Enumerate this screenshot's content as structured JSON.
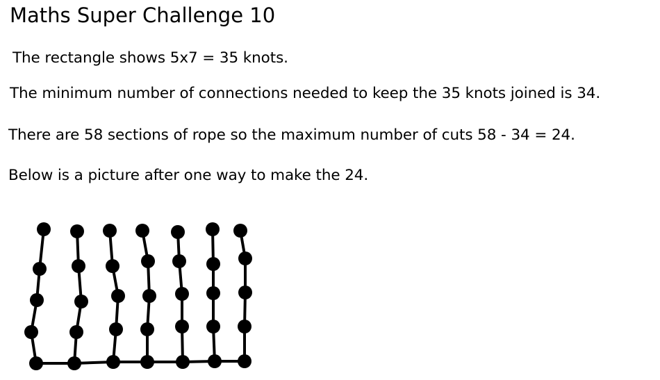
{
  "title": "Maths Super Challenge 10",
  "lines": [
    "The rectangle shows 5x7 = 35 knots.",
    "The minimum number of connections needed to keep the 35 knots joined is 34.",
    "There are 58 sections of rope so the maximum number of cuts 58 - 34 = 24.",
    "Below is a picture after one way to make the 24."
  ],
  "colors": {
    "text": "#000000",
    "knot": "#000000",
    "rope": "#000000",
    "background": "#ffffff"
  }
}
